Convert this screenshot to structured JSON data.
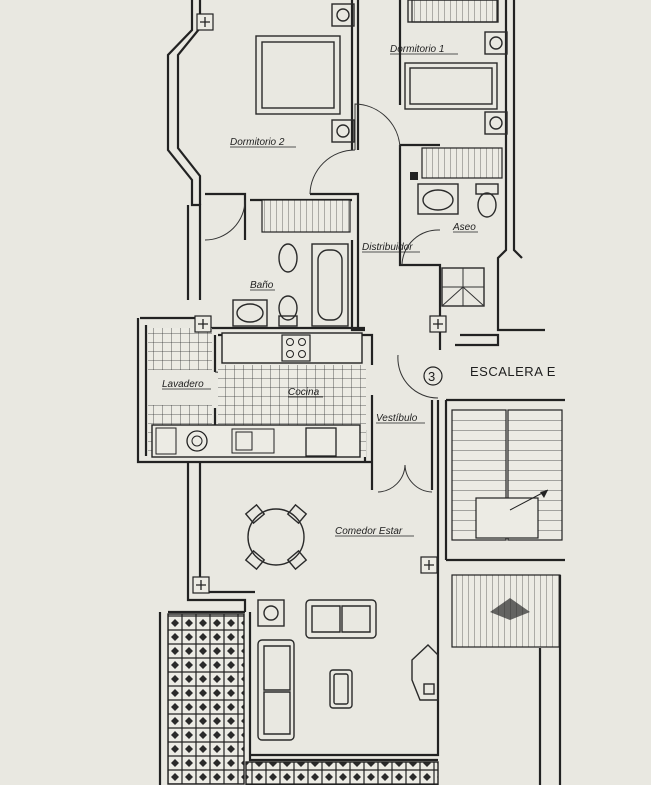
{
  "rooms": {
    "dormitorio_1": "Dormitorio 1",
    "dormitorio_2": "Dormitorio 2",
    "distribuidor": "Distribuidor",
    "aseo": "Aseo",
    "bano": "Baño",
    "lavadero": "Lavadero",
    "cocina": "Cocina",
    "vestibulo": "Vestíbulo",
    "comedor_estar": "Comedor Estar"
  },
  "stair": {
    "number": "3",
    "label": "ESCALERA E"
  },
  "colors": {
    "paper": "#e9e8e1",
    "ink": "#222222"
  }
}
